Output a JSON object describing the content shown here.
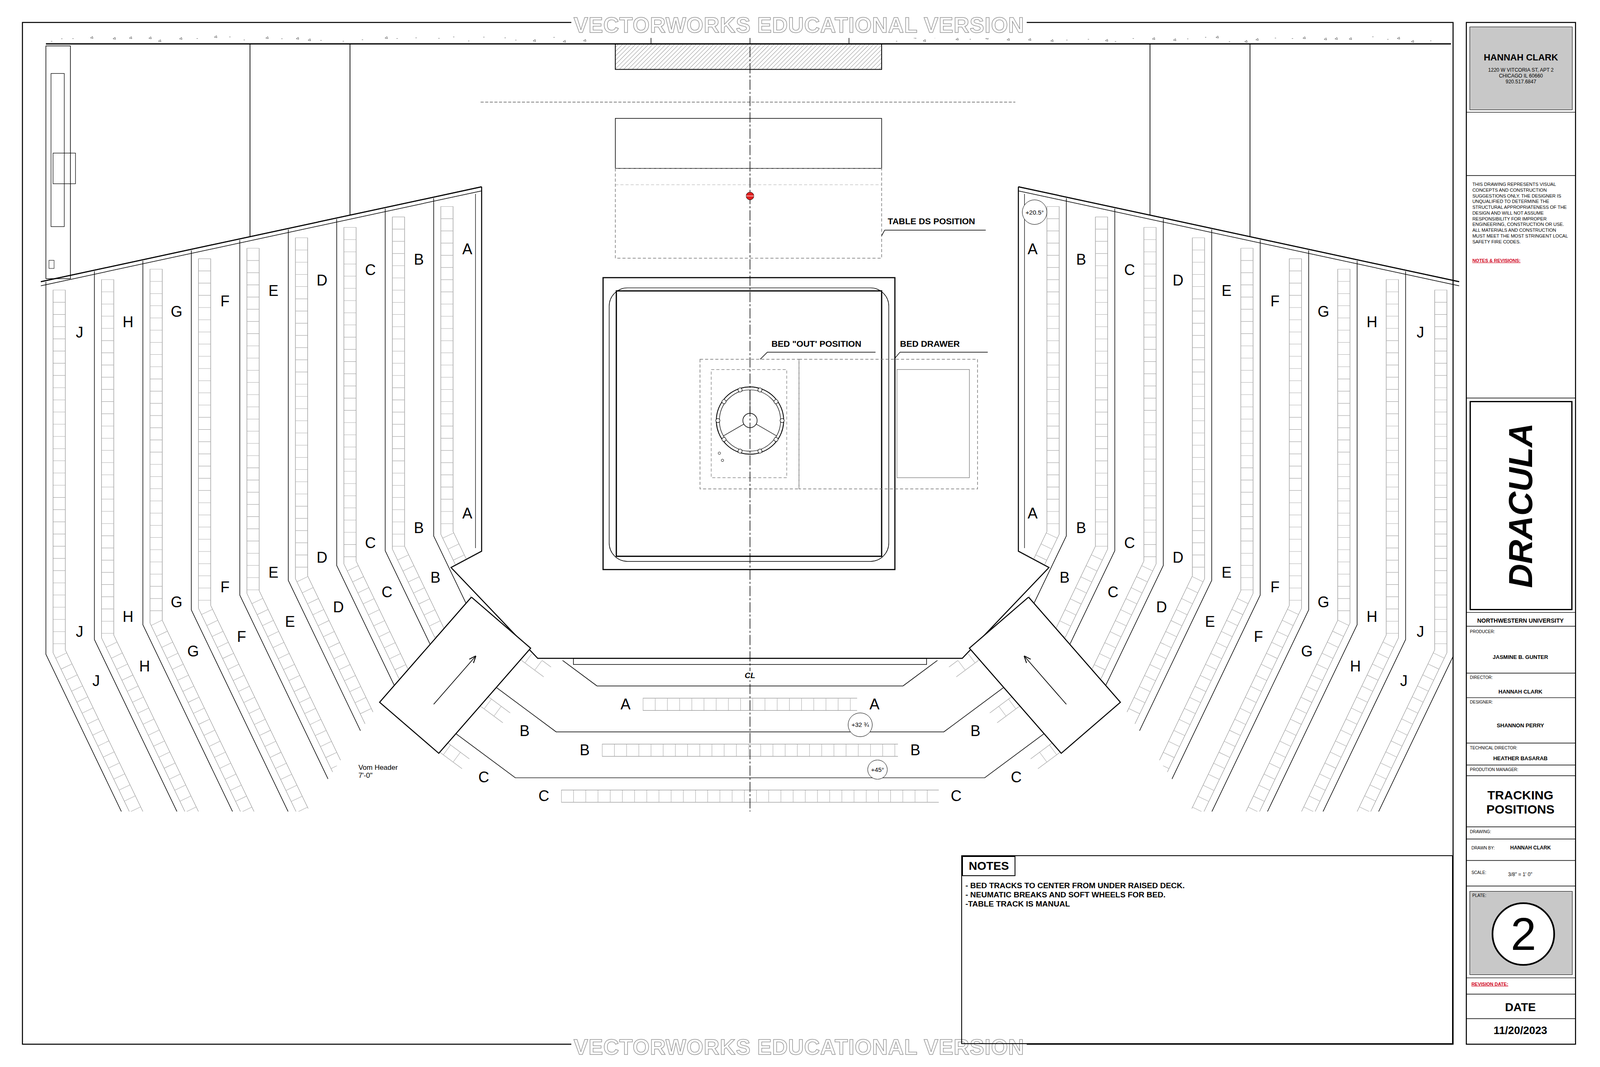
{
  "diagram": {
    "nodes": [
      {
        "text": [
          "HANNAH CLARK",
          "1220 W VITCORIA ST, APT 2 CHICAGO IL 60660 920.517.6847"
        ]
      },
      {
        "text": [
          "THIS DRAWING REPRESENTS VISUAL CONCEPTS AND CONSTRUCTION SUGGESTIONS ONLY. THE DESIGNER IS UNQUALIFIED TO DETERMINE THE STRUCTURAL APPROPRIATENESS OF THE DESIGN AND WILL NOT ASSUME RESPONSIBILITY FOR IMPROPER ENGINEERING, CONSTRUCTION OR USE. ALL MATERIALS AND CONSTRUCTION MUST MEET THE MOST STRINGENT LOCAL SAFETY FIRE CODES.",
          "NOTES & REVISIONS:"
        ]
      },
      {
        "text": [
          "DRACULA"
        ]
      },
      {
        "text": [
          "NOTES",
          "- BED TRACKS TO CENTER FROM UNDER RAISED DECK.",
          "- NEUMATIC BREAKS AND SOFT WHEELS FOR BED.",
          "-TABLE TRACK IS MANUAL"
        ]
      },
      {
        "text": [
          "PLATE:"
        ]
      },
      {
        "text": [
          "2"
        ],
        "in": 4
      },
      {
        "text": [
          "+20.5°"
        ]
      },
      {
        "text": [
          "+32 ¾"
        ]
      },
      {
        "text": [
          "+45°"
        ]
      }
    ],
    "labels": [
      "VECTORWORKS EDUCATIONAL VERSION",
      "TABLE DS POSITION",
      "BED \"OUT' POSITION",
      "BED DRAWER",
      "J",
      "H",
      "G",
      "F",
      "E",
      "D",
      "C",
      "B",
      "A",
      "A",
      "B",
      "C",
      "D",
      "E",
      "F",
      "G",
      "H",
      "J",
      "J",
      "H",
      "G",
      "F",
      "E",
      "D",
      "C",
      "B",
      "A",
      "A",
      "B",
      "C",
      "D",
      "E",
      "F",
      "G",
      "H",
      "J",
      "J",
      "H",
      "G",
      "F",
      "E",
      "D",
      "C",
      "B",
      "B",
      "C",
      "D",
      "E",
      "F",
      "G",
      "H",
      "J",
      "A",
      "A",
      "B",
      "B",
      "B",
      "B",
      "C",
      "C",
      "C",
      "C",
      "CL",
      "Vom Header 7'-0\"",
      "NORTHWESTERN UNIVERSITY",
      "PRODUCER:",
      "JASMINE B. GUNTER",
      "DIRECTOR:",
      "HANNAH CLARK",
      "DESIGNER:",
      "SHANNON PERRY",
      "TECHNICAL DIRECTOR:",
      "HEATHER BASARAB",
      "PRODUTION MANAGER:",
      "TRACKING POSITIONS",
      "DRAWING:",
      "DRAWN BY:",
      "HANNAH CLARK",
      "SCALE:",
      "3/8\" = 1' 0\"",
      "REVISION DATE:",
      "DATE",
      "11/20/2023",
      "VECTORWORKS EDUCATIONAL VERSION"
    ]
  }
}
